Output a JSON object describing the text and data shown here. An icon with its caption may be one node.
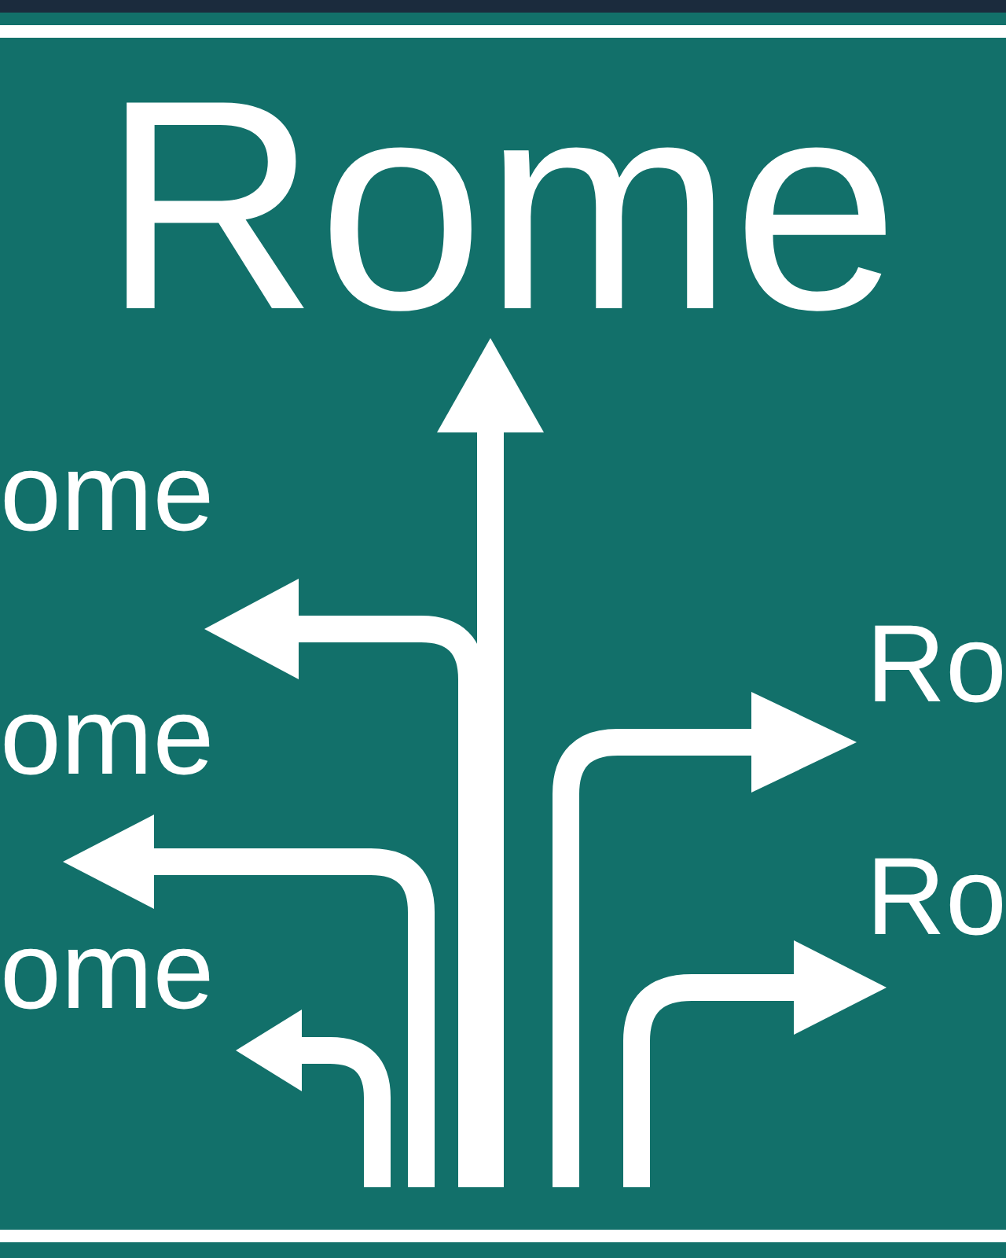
{
  "diagram": {
    "labels": [
      "Rome",
      "ome",
      "ome",
      "ome",
      "Ro",
      "Ro"
    ]
  }
}
